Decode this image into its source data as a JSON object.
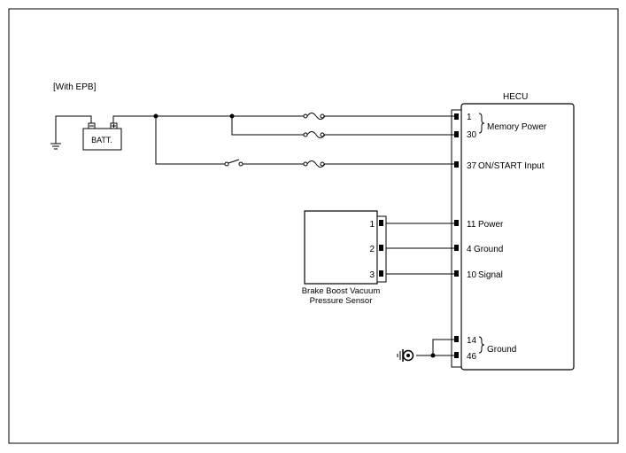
{
  "header": {
    "variant_label": "[With EPB]"
  },
  "battery": {
    "label": "BATT."
  },
  "ecu": {
    "title": "HECU",
    "pins": [
      {
        "num": "1"
      },
      {
        "num": "30"
      },
      {
        "num": "37",
        "label": "ON/START Input"
      },
      {
        "num": "11",
        "label": "Power"
      },
      {
        "num": "4",
        "label": "Ground"
      },
      {
        "num": "10",
        "label": "Signal"
      },
      {
        "num": "14"
      },
      {
        "num": "46"
      }
    ],
    "groups": {
      "memory_power": "Memory Power",
      "ground": "Ground"
    }
  },
  "sensor": {
    "name_line1": "Brake Boost Vacuum",
    "name_line2": "Pressure Sensor",
    "pins": [
      "1",
      "2",
      "3"
    ]
  }
}
